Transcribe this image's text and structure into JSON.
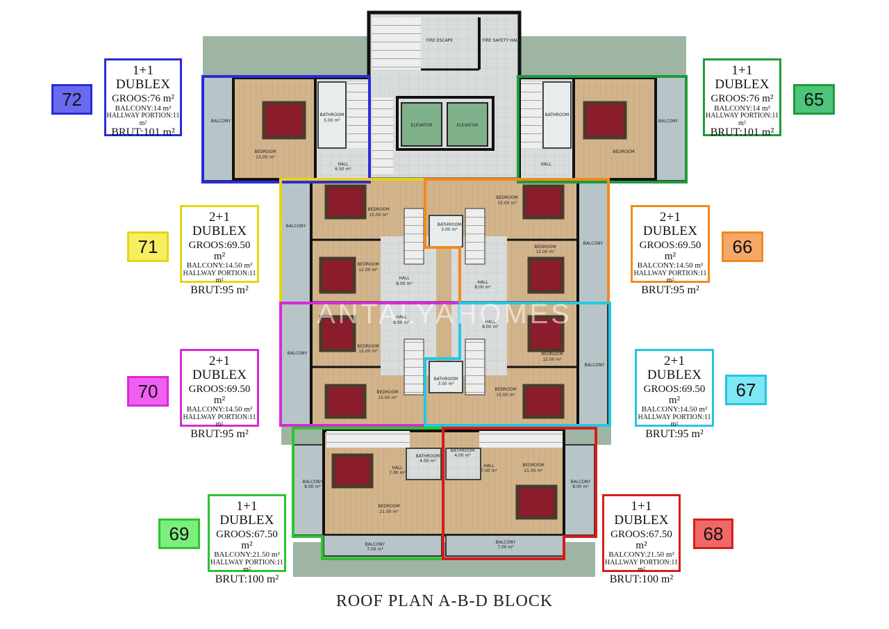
{
  "caption": "ROOF PLAN  A-B-D BLOCK",
  "watermark": "ANTALYAHOMES",
  "colors": {
    "u72": "#2b2bd6",
    "u71": "#e8d414",
    "u70": "#d62ad6",
    "u69": "#2cc42c",
    "u65": "#1f9a3a",
    "u66": "#f08a1e",
    "u67": "#25c6e0",
    "u68": "#d81c1c",
    "n72": "#6a6af0",
    "n71": "#f6ee60",
    "n70": "#f060f0",
    "n69": "#7cee7c",
    "n65": "#4cc47a",
    "n66": "#f6a868",
    "n67": "#7ee6f4",
    "n68": "#f06868"
  },
  "units": [
    {
      "id": "u72",
      "number": "72",
      "title": "1+1 DUBLEX",
      "gross": "GROOS:76 m²",
      "balcony": "BALCONY:14 m²",
      "hallway": "HALLWAY PORTION:11 m²",
      "brut": "BRUT:101 m²"
    },
    {
      "id": "u65",
      "number": "65",
      "title": "1+1 DUBLEX",
      "gross": "GROOS:76 m²",
      "balcony": "BALCONY:14 m²",
      "hallway": "HALLWAY PORTION:11 m²",
      "brut": "BRUT:101 m²"
    },
    {
      "id": "u71",
      "number": "71",
      "title": "2+1 DUBLEX",
      "gross": "GROOS:69.50 m²",
      "balcony": "BALCONY:14.50 m²",
      "hallway": "HALLWAY PORTION:11 m²",
      "brut": "BRUT:95 m²"
    },
    {
      "id": "u66",
      "number": "66",
      "title": "2+1 DUBLEX",
      "gross": "GROOS:69.50 m²",
      "balcony": "BALCONY:14.50 m²",
      "hallway": "HALLWAY PORTION:11 m²",
      "brut": "BRUT:95 m²"
    },
    {
      "id": "u70",
      "number": "70",
      "title": "2+1 DUBLEX",
      "gross": "GROOS:69.50 m²",
      "balcony": "BALCONY:14.50 m²",
      "hallway": "HALLWAY PORTION:11 m²",
      "brut": "BRUT:95 m²"
    },
    {
      "id": "u67",
      "number": "67",
      "title": "2+1 DUBLEX",
      "gross": "GROOS:69.50 m²",
      "balcony": "BALCONY:14.50 m²",
      "hallway": "HALLWAY PORTION:11 m²",
      "brut": "BRUT:95 m²"
    },
    {
      "id": "u69",
      "number": "69",
      "title": "1+1 DUBLEX",
      "gross": "GROOS:67.50 m²",
      "balcony": "BALCONY:21.50 m²",
      "hallway": "HALLWAY PORTION:11 m²",
      "brut": "BRUT:100 m²"
    },
    {
      "id": "u68",
      "number": "68",
      "title": "1+1 DUBLEX",
      "gross": "GROOS:67.50 m²",
      "balcony": "BALCONY:21.50 m²",
      "hallway": "HALLWAY PORTION:11 m²",
      "brut": "BRUT:100 m²"
    }
  ],
  "rooms": {
    "fire_escape": "FIRE ESCAPE",
    "fire_safety_hall": "FIRE SAFETY HALL",
    "elevator": "ELEVATOR",
    "balcony": "BALCONY",
    "bedroom": "BEDROOM",
    "bathroom": "BATHROOM",
    "hall": "HALL",
    "a_8": "8.00 m²",
    "a_23": "23.00 m²",
    "a_5": "5.00 m²",
    "a_650": "6.50 m²",
    "a_15": "15.00 m²",
    "a_12": "12.00 m²",
    "a_3": "3.00 m²",
    "a_4": "4.00 m²",
    "a_21": "21.00 m²",
    "a_7": "7.00 m²"
  }
}
